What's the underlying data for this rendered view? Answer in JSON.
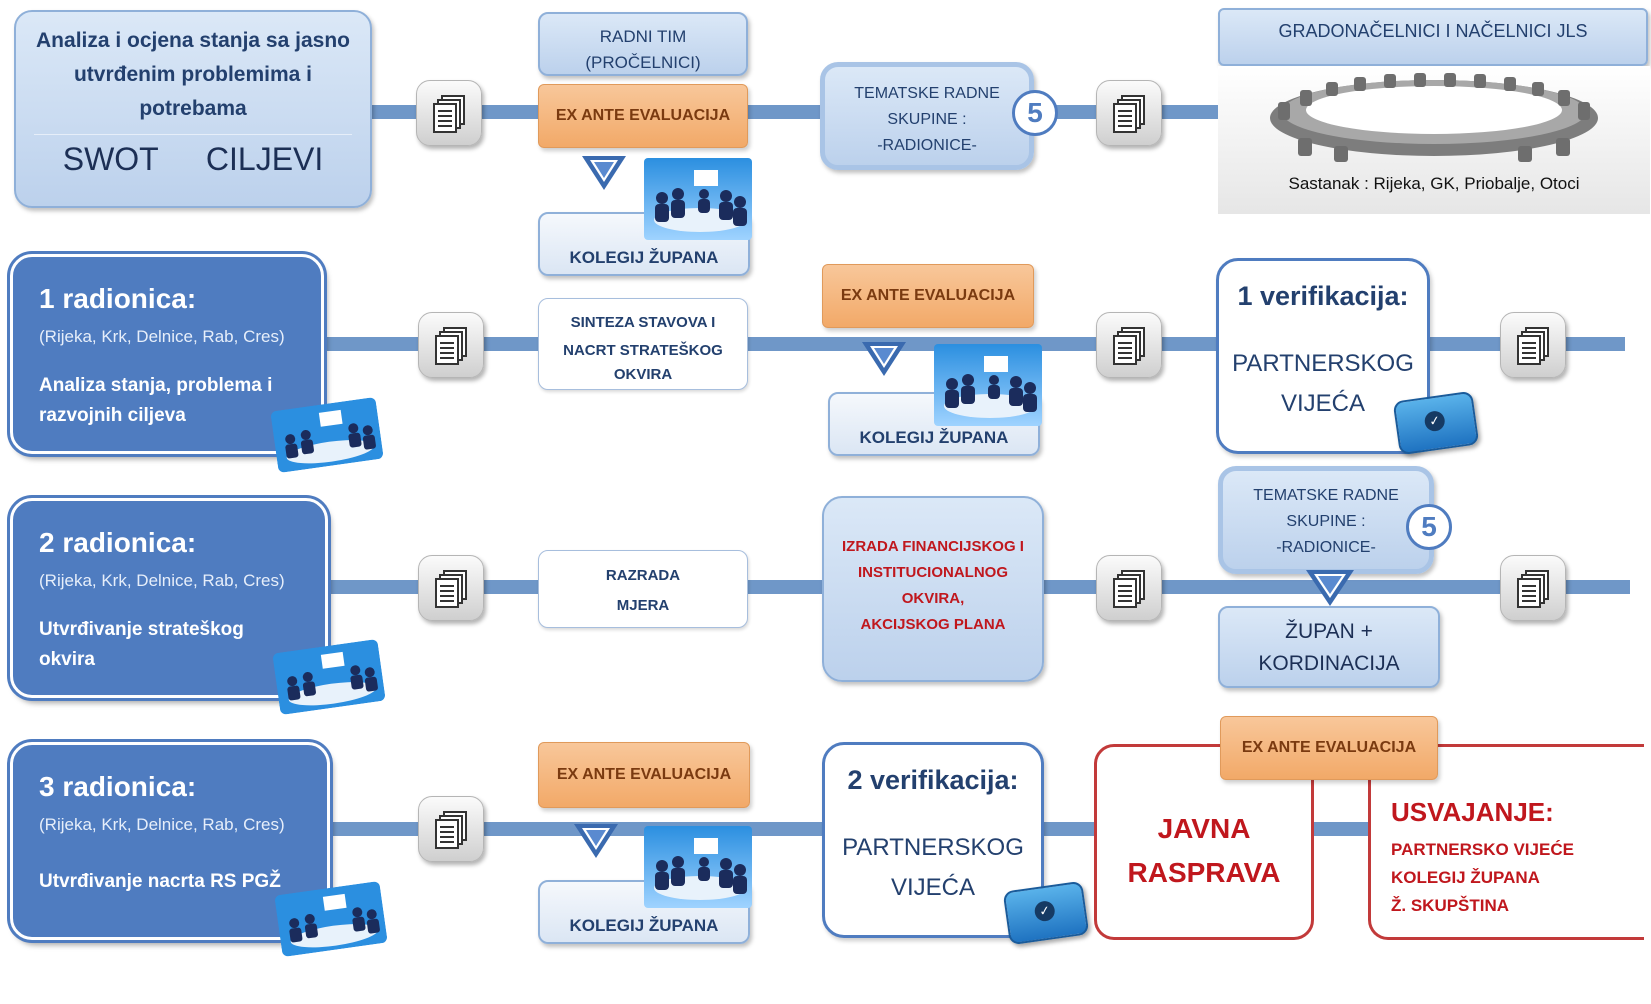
{
  "row1": {
    "analysis_title": "Analiza i ocjena stanja sa jasno utvrđenim problemima i potrebama",
    "swot": "SWOT",
    "ciljevi": "CILJEVI",
    "radni_tim_line1": "RADNI TIM",
    "radni_tim_line2": "(PROČELNICI)",
    "ex_ante": "EX ANTE EVALUACIJA",
    "kolegij": "KOLEGIJ ŽUPANA",
    "tematske_line1": "TEMATSKE RADNE",
    "tematske_line2": "SKUPINE :",
    "tematske_line3": "-RADIONICE-",
    "tematske_count": "5",
    "gradonacelnici": "GRADONAČELNICI I NAČELNICI JLS",
    "sastanak": "Sastanak : Rijeka, GK, Priobalje, Otoci"
  },
  "row2": {
    "title": "1 radionica:",
    "locations": "(Rijeka, Krk, Delnice, Rab, Cres)",
    "desc_line1": "Analiza stanja, problema i",
    "desc_line2": "razvojnih ciljeva",
    "sinteza_line1": "SINTEZA STAVOVA I",
    "sinteza_line2": "NACRT STRATEŠKOG",
    "sinteza_line3": "OKVIRA",
    "ex_ante": "EX ANTE EVALUACIJA",
    "kolegij": "KOLEGIJ ŽUPANA",
    "verif_title": "1 verifikacija:",
    "verif_line1": "PARTNERSKOG",
    "verif_line2": "VIJEĆA"
  },
  "row3": {
    "title": "2 radionica:",
    "locations": "(Rijeka, Krk, Delnice, Rab, Cres)",
    "desc_line1": "Utvrđivanje strateškog",
    "desc_line2": "okvira",
    "razrada_line1": "RAZRADA",
    "razrada_line2": "MJERA",
    "izrada_line1": "IZRADA FINANCIJSKOG I",
    "izrada_line2": "INSTITUCIONALNOG",
    "izrada_line3": "OKVIRA,",
    "izrada_line4": "AKCIJSKOG PLANA",
    "tematske_line1": "TEMATSKE RADNE",
    "tematske_line2": "SKUPINE :",
    "tematske_line3": "-RADIONICE-",
    "tematske_count": "5",
    "zupan_line1": "ŽUPAN +",
    "zupan_line2": "KORDINACIJA"
  },
  "row4": {
    "title": "3 radionica:",
    "locations": "(Rijeka, Krk, Delnice, Rab, Cres)",
    "desc_line1": "Utvrđivanje nacrta RS PGŽ",
    "ex_ante": "EX ANTE EVALUACIJA",
    "kolegij": "KOLEGIJ ŽUPANA",
    "verif_title": "2 verifikacija:",
    "verif_line1": "PARTNERSKOG",
    "verif_line2": "VIJEĆA",
    "ex_ante_2": "EX ANTE EVALUACIJA",
    "javna_line1": "JAVNA",
    "javna_line2": "RASPRAVA",
    "usvajanje_title": "USVAJANJE:",
    "usvajanje_line1": "PARTNERSKO VIJEĆE",
    "usvajanje_line2": "KOLEGIJ ŽUPANA",
    "usvajanje_line3": "Ž. SKUPŠTINA"
  },
  "icons": [
    "document-stack-icon",
    "meeting-scene-icon",
    "conference-table-icon",
    "checkmark-icon",
    "triangle-down-icon"
  ],
  "colors": {
    "dark_blue": "#4f7cc0",
    "light_blue": "#c9dbf1",
    "orange": "#f4b07a",
    "red": "#c0171d",
    "connector": "#6f97c8"
  }
}
